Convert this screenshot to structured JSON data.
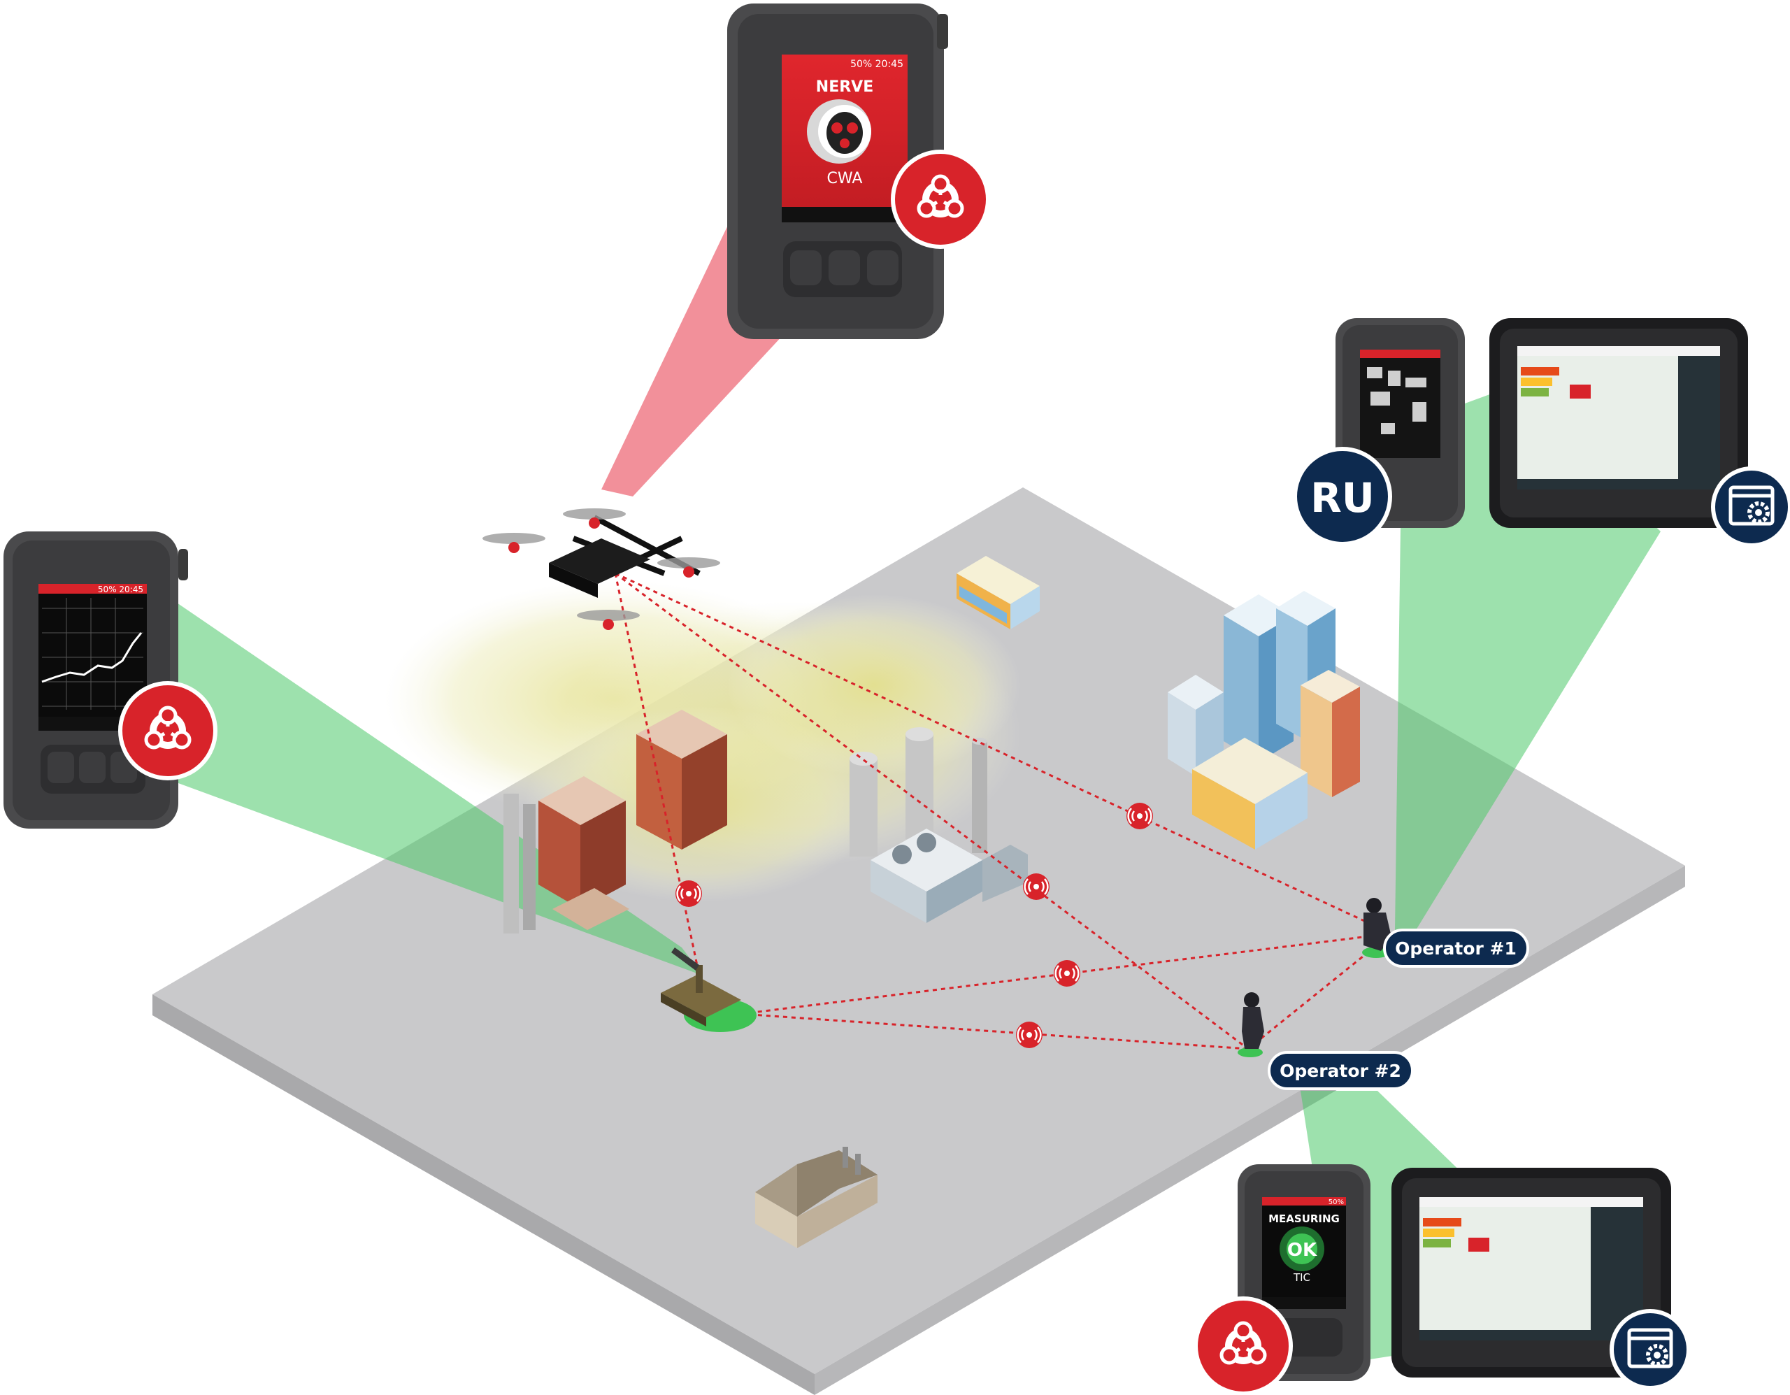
{
  "colors": {
    "alarm_red": "#d8232a",
    "navy": "#0d2a4f",
    "link_green": "#4cc86a",
    "ground": "#c9c9cb",
    "device_body": "#4a4a4c",
    "haze": "#e6e39a"
  },
  "devices": {
    "drone_detector": {
      "status_bar": "50% 20:45",
      "alarm_title": "NERVE",
      "alarm_class": "CWA",
      "badge_icon": "chemical-hazard-icon"
    },
    "robot_detector": {
      "status_bar": "50% 20:45",
      "badge_icon": "chemical-hazard-icon"
    },
    "operator1_detector": {
      "badge_text": "RU"
    },
    "operator1_tablet": {
      "badge_icon": "settings-window-icon"
    },
    "operator2_detector": {
      "status_bar": "50%",
      "status_title": "MEASURING",
      "status_value": "OK",
      "status_class": "TIC",
      "badge_icon": "chemical-hazard-icon"
    },
    "operator2_tablet": {
      "badge_icon": "settings-window-icon"
    }
  },
  "operators": [
    {
      "label": "Operator #1"
    },
    {
      "label": "Operator #2"
    }
  ],
  "link_nodes_icon": "wireless-signal-icon"
}
